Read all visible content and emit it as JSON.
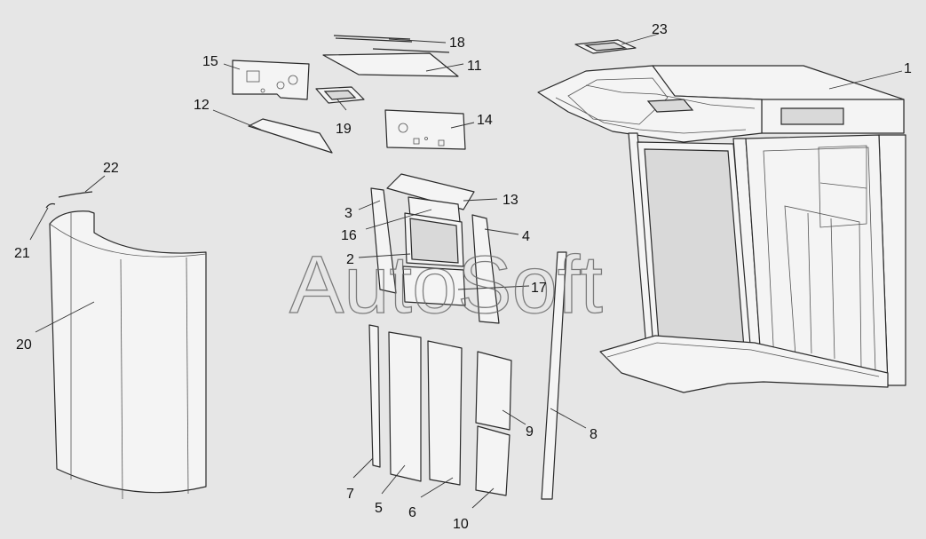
{
  "watermark": "AutoSoft",
  "callouts": {
    "c1": "1",
    "c2": "2",
    "c3": "3",
    "c4": "4",
    "c5": "5",
    "c6": "6",
    "c7": "7",
    "c8": "8",
    "c9": "9",
    "c10": "10",
    "c11": "11",
    "c12": "12",
    "c13": "13",
    "c14": "14",
    "c15": "15",
    "c16": "16",
    "c17": "17",
    "c18": "18",
    "c19": "19",
    "c20": "20",
    "c21": "21",
    "c22": "22",
    "c23": "23"
  },
  "colors": {
    "background": "#e6e6e6",
    "part_fill": "#f4f4f4",
    "outline": "#2a2a2a"
  }
}
